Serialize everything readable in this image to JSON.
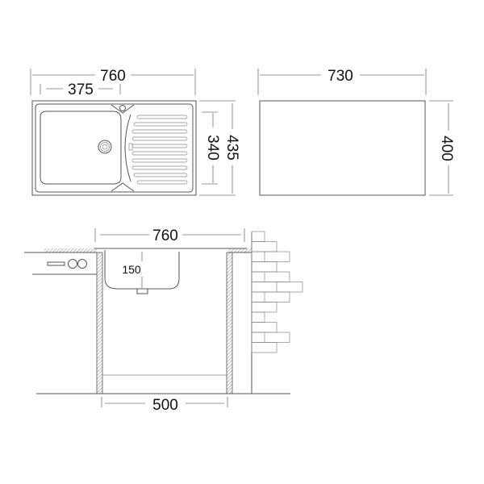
{
  "top_view": {
    "overall_width": "760",
    "bowl_offset": "375",
    "overall_depth": "435",
    "bowl_depth": "340"
  },
  "cutout": {
    "width": "730",
    "depth": "400"
  },
  "side_view": {
    "sink_width": "760",
    "bowl_depth": "150",
    "cabinet_width": "500"
  },
  "colors": {
    "line": "#555555",
    "background": "#ffffff"
  }
}
